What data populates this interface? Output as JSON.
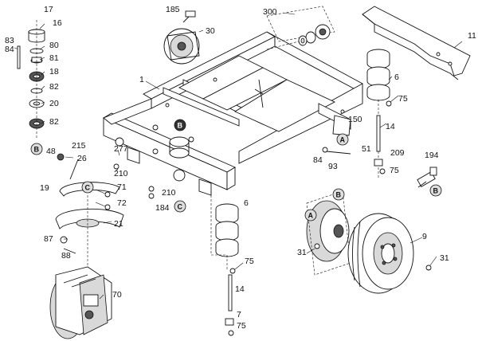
{
  "labels": {
    "p1": "1",
    "p6a": "6",
    "p6b": "6",
    "p7": "7",
    "p9": "9",
    "p11": "11",
    "p14a": "14",
    "p14b": "14",
    "p16": "16",
    "p17": "17",
    "p18": "18",
    "p19": "19",
    "p20": "20",
    "p21": "21",
    "p26": "26",
    "p30": "30",
    "p31a": "31",
    "p31b": "31",
    "p48": "48",
    "p51": "51",
    "p70": "70",
    "p71": "71",
    "p72": "72",
    "p75a": "75",
    "p75b": "75",
    "p75c": "75",
    "p75d": "75",
    "p80": "80",
    "p81": "81",
    "p82a": "82",
    "p82b": "82",
    "p83": "83",
    "p84a": "84",
    "p84b": "84",
    "p87": "87",
    "p88": "88",
    "p93": "93",
    "p150": "150",
    "p184": "184",
    "p185": "185",
    "p194": "194",
    "p209": "209",
    "p210a": "210",
    "p210b": "210",
    "p215": "215",
    "p277": "277",
    "p300": "300"
  },
  "tags": {
    "tagA1": "A",
    "tagA2": "A",
    "tagB1": "B",
    "tagB2": "B",
    "tagB3": "B",
    "tagB4": "B",
    "tagC1": "C",
    "tagC2": "C"
  },
  "colors": {
    "ink": "#111111",
    "fill_dark": "#555555",
    "fill_light": "#d9d9d9"
  }
}
